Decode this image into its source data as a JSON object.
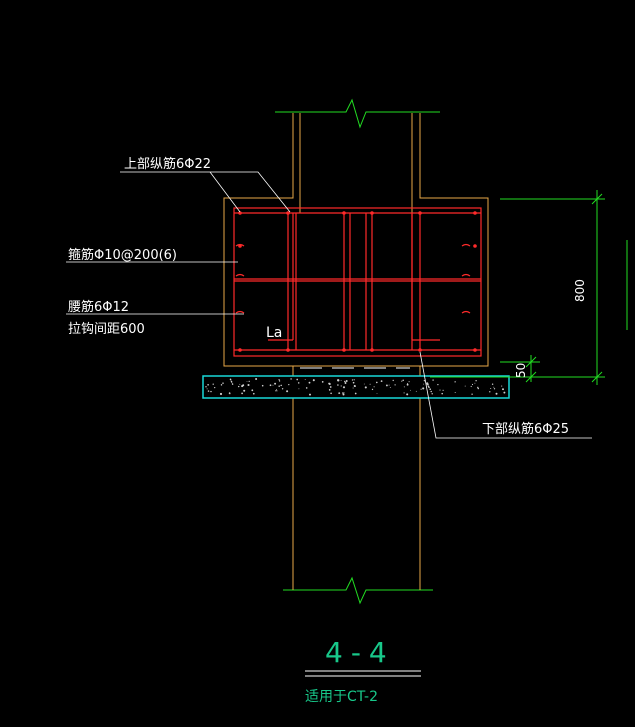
{
  "labels": {
    "top_longitudinal": "上部纵筋6Φ22",
    "stirrup": "箍筋Φ10@200(6)",
    "waist_bar": "腰筋6Φ12",
    "tie_spacing": "拉钩间距600",
    "anchorage": "La",
    "bottom_longitudinal": "下部纵筋6Φ25"
  },
  "dimensions": {
    "height": "800",
    "cover": "50"
  },
  "section": {
    "title": "4-4",
    "subtitle": "适用于CT-2"
  },
  "colors": {
    "background": "#000000",
    "concrete_outline": "#e8a848",
    "rebar": "#ff2a2a",
    "dimension": "#22dd22",
    "bedding": "#18d8d8",
    "text": "#ffffff",
    "title": "#18c88a"
  }
}
